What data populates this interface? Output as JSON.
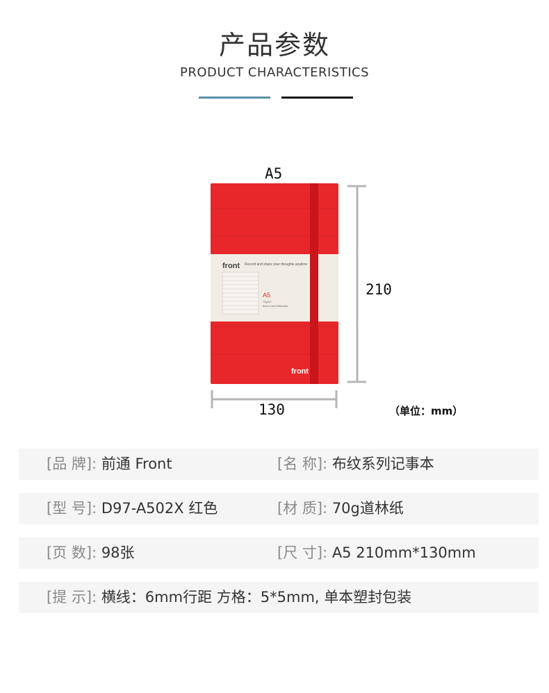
{
  "header": {
    "title_cn": "产品参数",
    "title_en": "PRODUCT CHARACTERISTICS",
    "accent_left": "#5a8fa8",
    "accent_right": "#111111"
  },
  "figure": {
    "size_name": "A5",
    "height_value": "210",
    "width_value": "130",
    "unit_note": "（单位：mm）",
    "notebook_color": "#e8272a",
    "band": {
      "brand": "front",
      "tagline": "Record and share your thoughts anytime",
      "size": "A5",
      "gsm": "70g/m²",
      "spec": "6mm ruled 98sheets"
    },
    "cover_logo": "front"
  },
  "specs": [
    {
      "label1": "[品 牌]: ",
      "value1": "前通 Front",
      "label2": "[名 称]: ",
      "value2": "布纹系列记事本"
    },
    {
      "label1": "[型 号]: ",
      "value1": "D97-A502X 红色",
      "label2": "[材 质]: ",
      "value2": "70g道林纸"
    },
    {
      "label1": "[页 数]: ",
      "value1": "98张",
      "label2": "[尺 寸]: ",
      "value2": "A5 210mm*130mm"
    }
  ],
  "tip": {
    "label": "[提 示]: ",
    "value": "横线：6mm行距 方格：5*5mm, 单本塑封包装"
  }
}
